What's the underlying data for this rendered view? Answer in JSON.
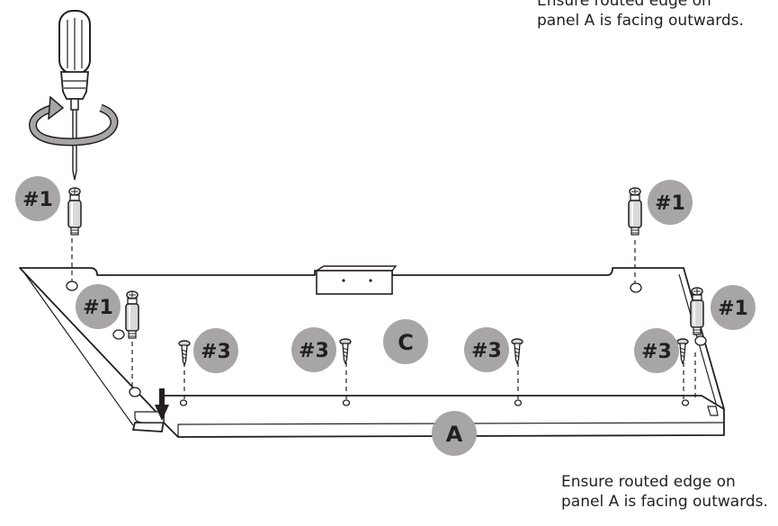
{
  "notes": {
    "top_line1": "Ensure routed edge on",
    "top_line2": "panel A is facing outwards.",
    "bottom_line1": "Ensure routed edge on",
    "bottom_line2": "panel A is facing outwards."
  },
  "labels": {
    "cam_bolt": "#1",
    "screw": "#3",
    "panel_c": "C",
    "panel_a": "A"
  },
  "colors": {
    "badge": "#a7a5a6",
    "line": "#231f20",
    "hardware": "#d8d8d8"
  }
}
